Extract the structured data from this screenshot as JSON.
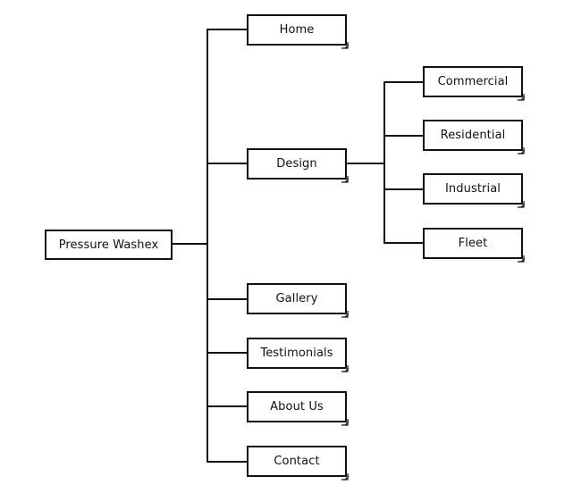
{
  "sitemap": {
    "root": {
      "label": "Pressure Washex"
    },
    "level1": [
      {
        "label": "Home"
      },
      {
        "label": "Design"
      },
      {
        "label": "Gallery"
      },
      {
        "label": "Testimonials"
      },
      {
        "label": "About Us"
      },
      {
        "label": "Contact"
      }
    ],
    "design_children": [
      {
        "label": "Commercial"
      },
      {
        "label": "Residential"
      },
      {
        "label": "Industrial"
      },
      {
        "label": "Fleet"
      }
    ]
  }
}
